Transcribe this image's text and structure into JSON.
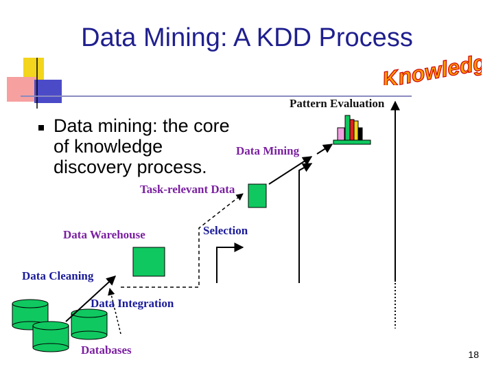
{
  "slide": {
    "title": "Data Mining: A KDD Process",
    "bullet": [
      "Data mining: the core",
      "of knowledge",
      "discovery process."
    ],
    "page_number": "18",
    "knowledge_logo_text": "Knowledge"
  },
  "diagram": {
    "labels": {
      "pattern_evaluation": "Pattern Evaluation",
      "data_mining": "Data Mining",
      "task_relevant_data": "Task-relevant Data",
      "data_warehouse": "Data Warehouse",
      "selection": "Selection",
      "data_cleaning": "Data Cleaning",
      "data_integration": "Data Integration",
      "databases": "Databases"
    },
    "colors": {
      "title": "#1f1f8f",
      "navy_label": "#1a1a9a",
      "purple_label": "#7a1fa0",
      "green_box": "#10c860",
      "logo_fill": "#ff9900",
      "logo_outline": "#cc0000"
    }
  }
}
